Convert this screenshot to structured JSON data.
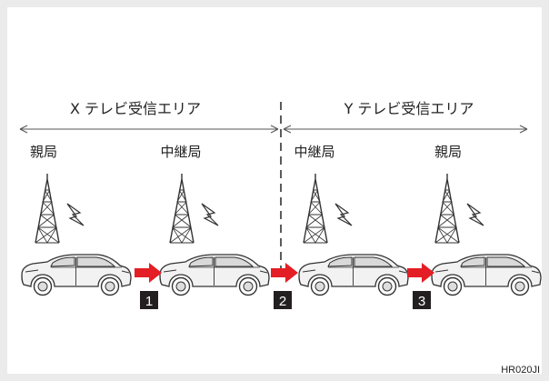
{
  "areas": {
    "x_label": "X テレビ受信エリア",
    "y_label": "Y テレビ受信エリア"
  },
  "stations": [
    {
      "label": "親局"
    },
    {
      "label": "中継局"
    },
    {
      "label": "中継局"
    },
    {
      "label": "親局"
    }
  ],
  "steps": [
    {
      "number": "1"
    },
    {
      "number": "2"
    },
    {
      "number": "3"
    }
  ],
  "colors": {
    "arrow": "#e41e25",
    "badge": "#231f20",
    "line": "#333333",
    "car_fill": "#f2f2f2"
  },
  "footer_code": "HR020JI"
}
